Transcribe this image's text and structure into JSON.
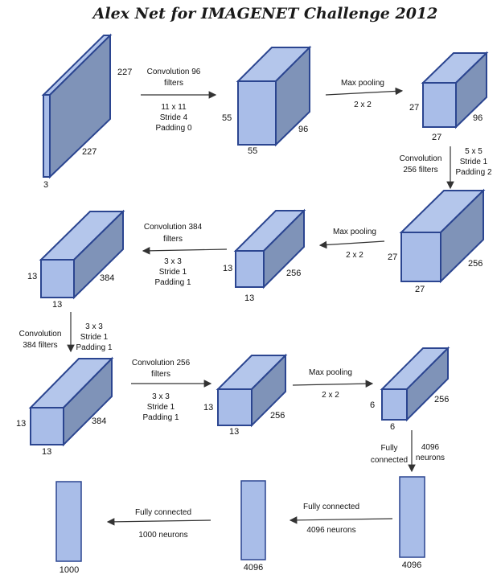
{
  "title": "Alex Net for IMAGENET Challenge 2012",
  "dims": {
    "in_h": "227",
    "in_w": "227",
    "in_c": "3",
    "c1_h": "55",
    "c1_w": "55",
    "c1_c": "96",
    "p1_h": "27",
    "p1_w": "27",
    "p1_c": "96",
    "c2_h": "27",
    "c2_w": "27",
    "c2_c": "256",
    "p2_h": "13",
    "p2_w": "13",
    "p2_c": "256",
    "c3_h": "13",
    "c3_w": "13",
    "c3_c": "384",
    "c4_h": "13",
    "c4_w": "13",
    "c4_c": "384",
    "c5_h": "13",
    "c5_w": "13",
    "c5_c": "256",
    "p3_h": "6",
    "p3_w": "6",
    "p3_c": "256",
    "fc1": "4096",
    "fc2": "4096",
    "fc3": "1000"
  },
  "steps": {
    "conv1": [
      "Convolution 96",
      "filters",
      "11 x 11",
      "Stride 4",
      "Padding 0"
    ],
    "pool1": [
      "Max pooling",
      "2 x 2"
    ],
    "conv2": [
      "Convolution",
      "256 filters",
      "5 x 5",
      "Stride 1",
      "Padding 2"
    ],
    "pool2": [
      "Max pooling",
      "2 x 2"
    ],
    "conv3": [
      "Convolution 384",
      "filters",
      "3 x 3",
      "Stride 1",
      "Padding 1"
    ],
    "conv4": [
      "Convolution",
      "384 filters",
      "3 x 3",
      "Stride 1",
      "Padding 1"
    ],
    "conv5": [
      "Convolution 256",
      "filters",
      "3 x 3",
      "Stride 1",
      "Padding 1"
    ],
    "pool3": [
      "Max pooling",
      "2 x 2"
    ],
    "fc1": [
      "Fully",
      "connected",
      "4096",
      "neurons"
    ],
    "fc2": [
      "Fully connected",
      "4096 neurons"
    ],
    "fc3": [
      "Fully connected",
      "1000 neurons"
    ]
  }
}
